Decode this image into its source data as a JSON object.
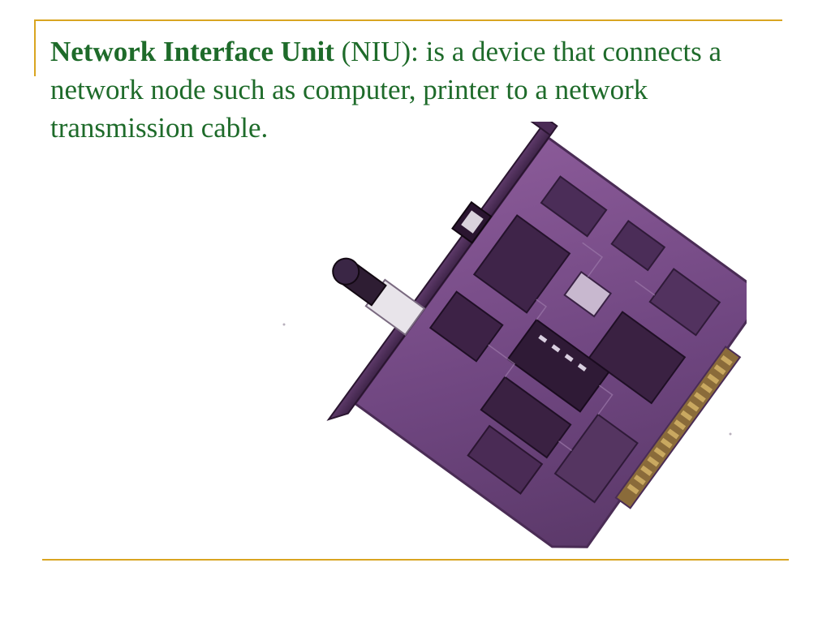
{
  "slide": {
    "term": "Network Interface Unit",
    "definition": " (NIU): is a device that connects a network node such as computer, printer to a network transmission cable."
  },
  "image": {
    "subject": "network-interface-card-photo"
  },
  "colors": {
    "accent_rule": "#d9a521",
    "text": "#1e6b2a",
    "card_board": "#7d4f8a"
  }
}
